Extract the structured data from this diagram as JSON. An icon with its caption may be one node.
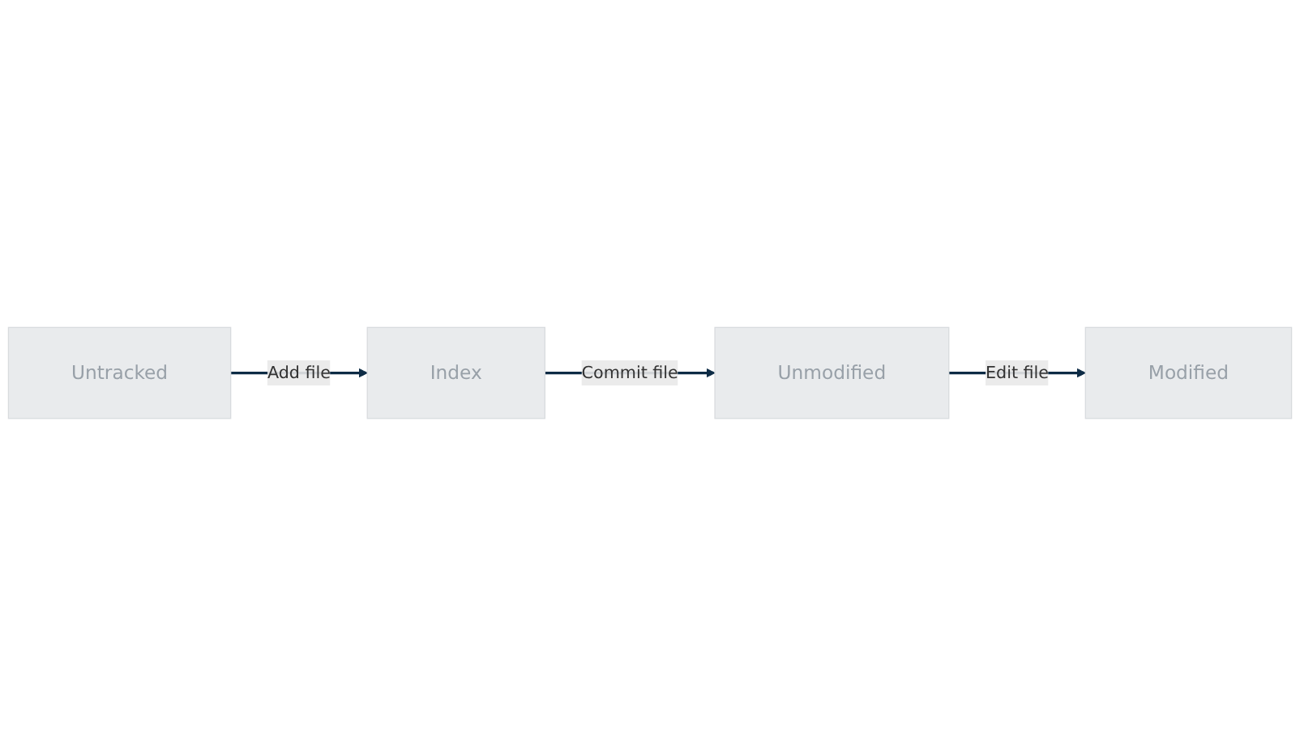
{
  "diagram": {
    "nodes": [
      {
        "text": [
          "Untracked"
        ]
      },
      {
        "text": [
          "Unmodified"
        ]
      },
      {
        "text": [
          "Modified"
        ]
      },
      {
        "text": [
          "Index"
        ]
      }
    ],
    "edges": [
      {
        "from": 0,
        "to": 3,
        "arrow": "to",
        "label": "Add file"
      },
      {
        "from": 1,
        "to": 2,
        "arrow": "to",
        "label": "Edit file"
      },
      {
        "from": 3,
        "to": 1,
        "arrow": "to",
        "label": "Commit file"
      }
    ]
  }
}
